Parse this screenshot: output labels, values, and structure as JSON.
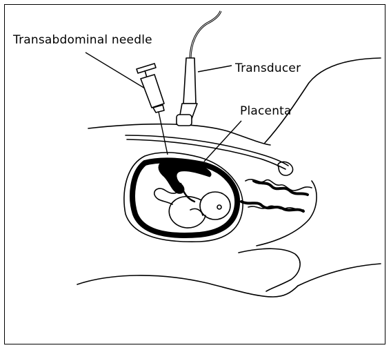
{
  "labels": {
    "needle": "Transabdominal needle",
    "transducer": "Transducer",
    "placenta": "Placenta"
  },
  "colors": {
    "ink": "#000000",
    "paper": "#ffffff"
  }
}
